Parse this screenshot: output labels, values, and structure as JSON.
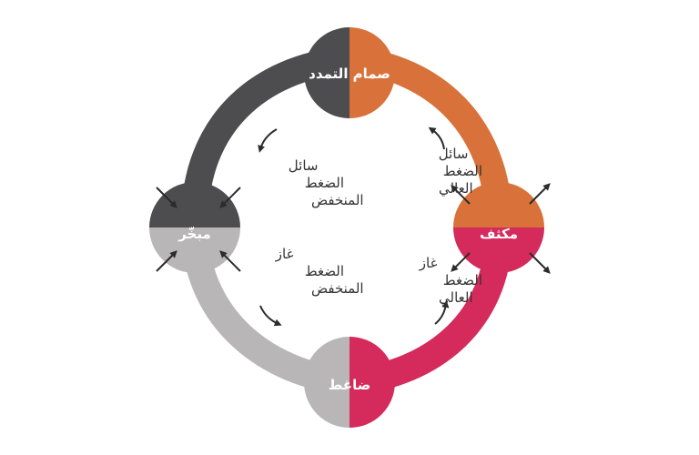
{
  "colors": {
    "dark_gray": "#4d4d4f",
    "light_gray": "#b8b6b7",
    "orange": "#d8723a",
    "crimson": "#d42a5c",
    "arrow": "#2b2b2b",
    "label_text": "#333333",
    "node_text": "#ffffff"
  },
  "nodes": {
    "expansion_valve": "صمام التمدد",
    "evaporator": "مبخّر",
    "condenser": "مكثف",
    "compressor": "ضاغط"
  },
  "flow_labels": {
    "low_pressure_liquid": [
      "سائل",
      "الضغط",
      "المنخفض"
    ],
    "low_pressure_gas": [
      "غاز",
      "الضغط",
      "المنخفض"
    ],
    "high_pressure_liquid": [
      "سائل",
      "الضغط",
      "العالي"
    ],
    "high_pressure_gas": [
      "غاز",
      "الضغط",
      "العالي"
    ]
  },
  "icons": {
    "flow_arrow": "curved-arrow-icon",
    "heat_arrow": "straight-arrow-icon"
  }
}
